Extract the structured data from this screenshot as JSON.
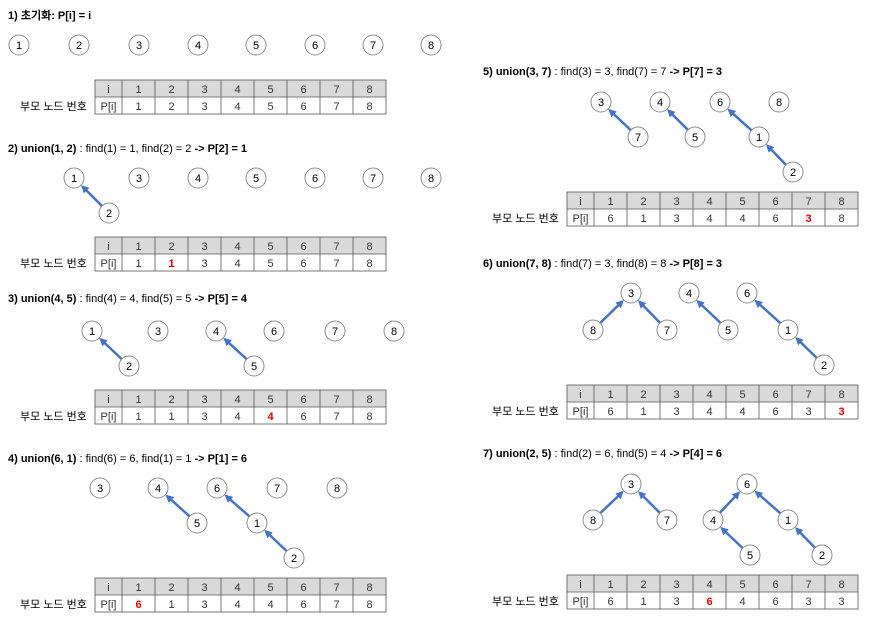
{
  "caption": "부모 노드 번호",
  "header_row": [
    "i",
    "1",
    "2",
    "3",
    "4",
    "5",
    "6",
    "7",
    "8"
  ],
  "parent_row_label": "P[i]",
  "colors": {
    "edge": "#4472c4",
    "highlight": "#e00000",
    "result": "#7030a0",
    "table_header": "#d9d9d9"
  },
  "steps": [
    {
      "id": "s1",
      "title": "1) 초기화: P[i] = i",
      "desc": "",
      "result": "",
      "parents": [
        "1",
        "2",
        "3",
        "4",
        "5",
        "6",
        "7",
        "8"
      ],
      "highlight": [],
      "nodes": [],
      "edges": []
    },
    {
      "id": "s2",
      "title": "2) union(1, 2)",
      "desc": " : find(1) = ",
      "result": "",
      "parents": [
        "1",
        "1",
        "3",
        "4",
        "5",
        "6",
        "7",
        "8"
      ],
      "highlight": [
        1
      ]
    },
    {
      "id": "s3",
      "title": "3) union(4, 5)",
      "desc": "",
      "result": "",
      "parents": [
        "1",
        "1",
        "3",
        "4",
        "4",
        "6",
        "7",
        "8"
      ],
      "highlight": [
        4
      ]
    },
    {
      "id": "s4",
      "title": "4) union(6, 1)",
      "desc": "",
      "result": "",
      "parents": [
        "6",
        "1",
        "3",
        "4",
        "4",
        "6",
        "7",
        "8"
      ],
      "highlight": [
        0
      ]
    },
    {
      "id": "s5",
      "title": "5) union(3, 7)",
      "desc": "",
      "result": "",
      "parents": [
        "6",
        "1",
        "3",
        "4",
        "4",
        "6",
        "3",
        "8"
      ],
      "highlight": [
        6
      ]
    },
    {
      "id": "s6",
      "title": "6) union(7, 8)",
      "desc": "",
      "result": "",
      "parents": [
        "6",
        "1",
        "3",
        "4",
        "4",
        "6",
        "3",
        "3"
      ],
      "highlight": [
        7
      ]
    },
    {
      "id": "s7",
      "title": "7) union(2, 5)",
      "desc": "",
      "result": "",
      "parents": [
        "6",
        "1",
        "3",
        "6",
        "4",
        "6",
        "3",
        "3"
      ],
      "highlight": [
        3
      ]
    }
  ],
  "headings": {
    "s1": {
      "title": "1) 초기화: P[i] = i",
      "desc": "",
      "result": ""
    },
    "s2": {
      "title": "2) union(1, 2)",
      "desc": " : find(1) = 1, find(2) = 2",
      "result": "-> P[2] = 1"
    },
    "s3": {
      "title": "3) union(4, 5)",
      "desc": " : find(4) = 4, find(5) = 5",
      "result": "-> P[5] = 4"
    },
    "s4": {
      "title": "4) union(6, 1)",
      "desc": " : find(6) = 6, find(1) = 1",
      "result": "-> P[1] = 6"
    },
    "s5": {
      "title": "5) union(3, 7)",
      "desc": " : find(3) = 3, find(7) = 7",
      "result": "-> P[7] = 3"
    },
    "s6": {
      "title": "6) union(7, 8)",
      "desc": " : find(7) = 3, find(8) = 8",
      "result": "-> P[8] = 3"
    },
    "s7": {
      "title": "7) union(2, 5)",
      "desc": " : find(2) = 6, find(5) = 4",
      "result": "-> P[4] = 6"
    }
  }
}
